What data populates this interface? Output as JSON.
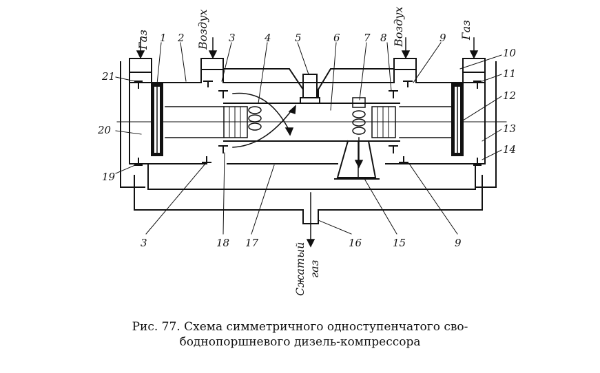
{
  "diagram": {
    "inlet_labels": {
      "gas_left": "Газ",
      "air_left": "Воздух",
      "air_right": "Воздух",
      "gas_right": "Газ"
    },
    "outlet_label_line1": "Сжатый",
    "outlet_label_line2": "газ",
    "numbers": {
      "n1": "1",
      "n2": "2",
      "n3_top": "3",
      "n4": "4",
      "n5": "5",
      "n6": "6",
      "n7": "7",
      "n8": "8",
      "n9_top": "9",
      "n10": "10",
      "n11": "11",
      "n12": "12",
      "n13": "13",
      "n14": "14",
      "n19": "19",
      "n20": "20",
      "n21": "21",
      "n3_bottom": "3",
      "n18": "18",
      "n17": "17",
      "n16": "16",
      "n15": "15",
      "n9_bottom": "9"
    }
  },
  "caption": {
    "line1": "Рис. 77. Схема симметричного одноступенчатого сво-",
    "line2": "боднопоршневого дизель-компрессора"
  }
}
